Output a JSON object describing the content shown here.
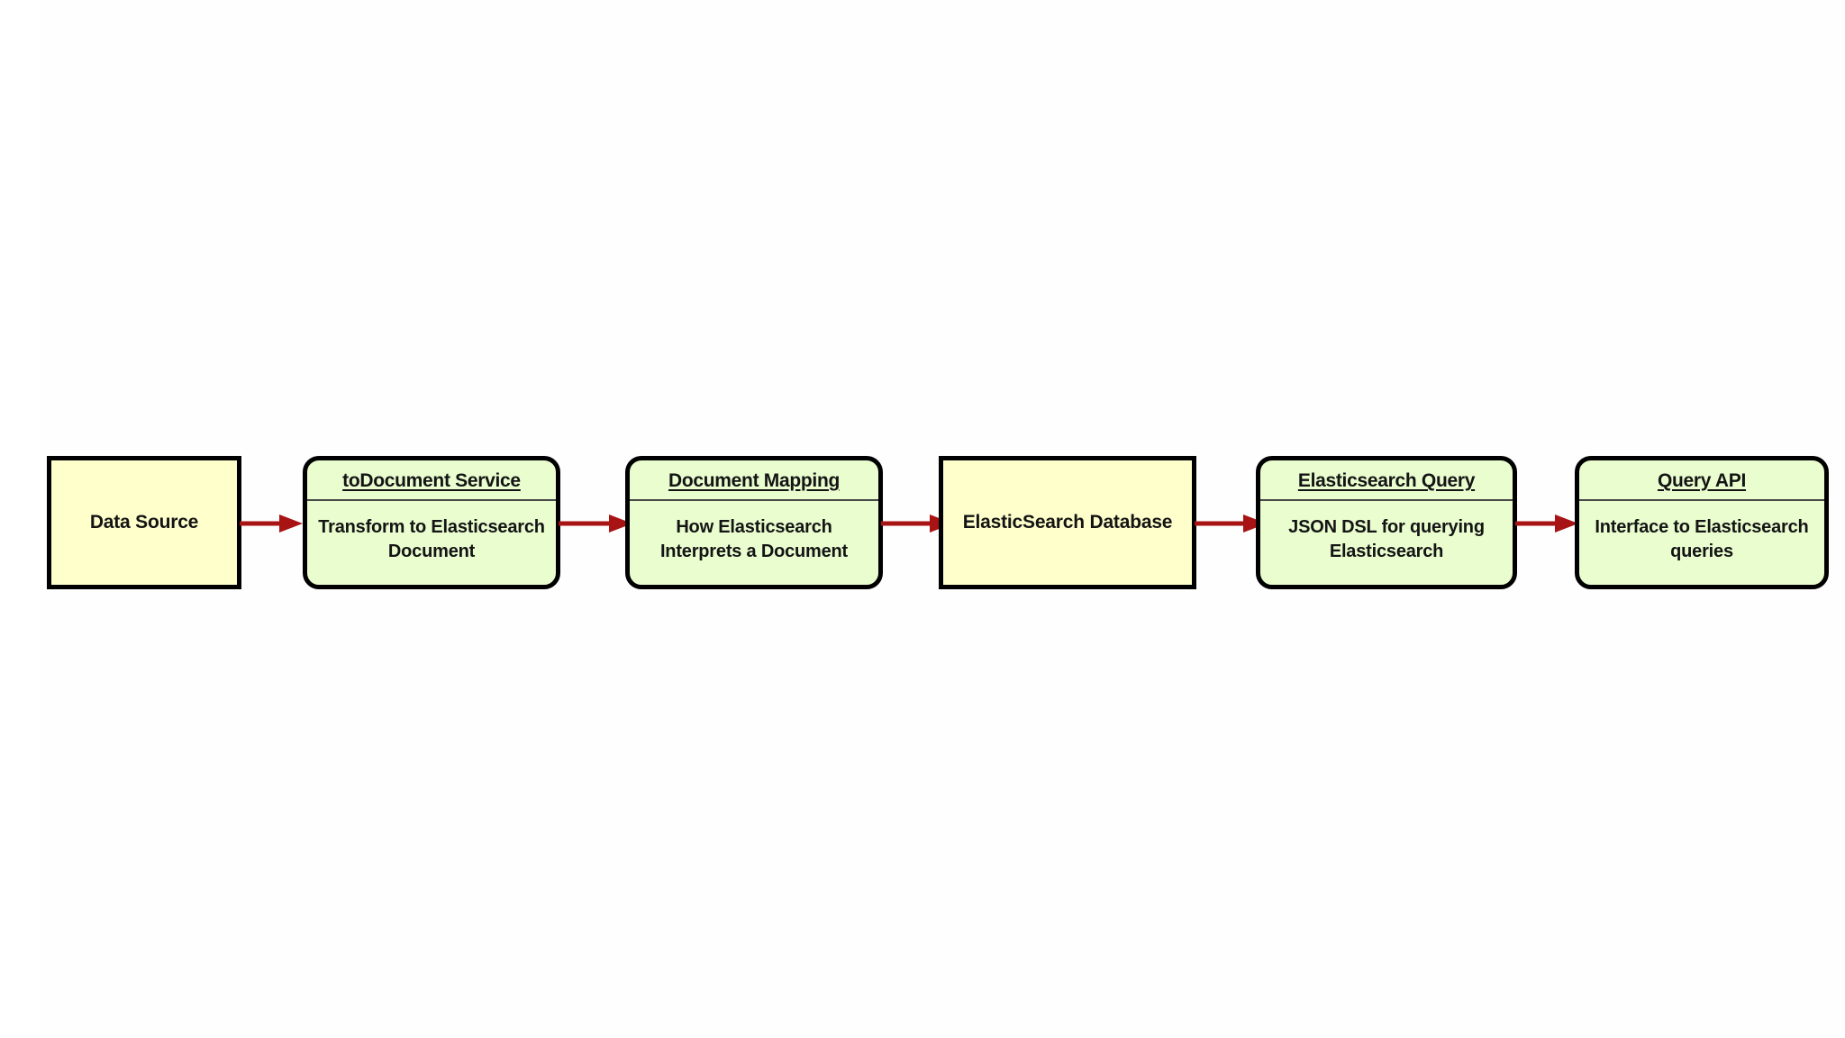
{
  "diagram": {
    "type": "flowchart",
    "orientation": "left-to-right",
    "background_color": "#ffffff",
    "accent_colors": {
      "source_node_fill": "#ffffcc",
      "card_node_fill": "#e9fdcf",
      "node_border": "#000000",
      "arrow": "#a81414",
      "divider": "#4a4a4a",
      "text": "#141414"
    },
    "nodes": [
      {
        "id": "data-source",
        "shape": "rectangle",
        "style": "plain",
        "label": "Data Source",
        "title": "",
        "body": ""
      },
      {
        "id": "todocument-service",
        "shape": "rounded-rectangle",
        "style": "card",
        "label": "toDocument Service",
        "title": "toDocument Service",
        "body": "Transform to Elasticsearch Document"
      },
      {
        "id": "document-mapping",
        "shape": "rounded-rectangle",
        "style": "card",
        "label": "Document Mapping",
        "title": "Document Mapping",
        "body": "How Elasticsearch Interprets a Document"
      },
      {
        "id": "elasticsearch-database",
        "shape": "rectangle",
        "style": "plain",
        "label": "ElasticSearch Database",
        "title": "",
        "body": ""
      },
      {
        "id": "elasticsearch-query",
        "shape": "rounded-rectangle",
        "style": "card",
        "label": "Elasticsearch Query",
        "title": "Elasticsearch Query",
        "body": "JSON DSL for querying Elasticsearch"
      },
      {
        "id": "query-api",
        "shape": "rounded-rectangle",
        "style": "card",
        "label": "Query API",
        "title": "Query API",
        "body": "Interface to Elasticsearch queries"
      }
    ],
    "edges": [
      {
        "id": "edge-1",
        "from": "data-source",
        "to": "todocument-service",
        "label": ""
      },
      {
        "id": "edge-2",
        "from": "todocument-service",
        "to": "document-mapping",
        "label": ""
      },
      {
        "id": "edge-3",
        "from": "document-mapping",
        "to": "elasticsearch-database",
        "label": ""
      },
      {
        "id": "edge-4",
        "from": "elasticsearch-database",
        "to": "elasticsearch-query",
        "label": ""
      },
      {
        "id": "edge-5",
        "from": "elasticsearch-query",
        "to": "query-api",
        "label": ""
      }
    ]
  }
}
